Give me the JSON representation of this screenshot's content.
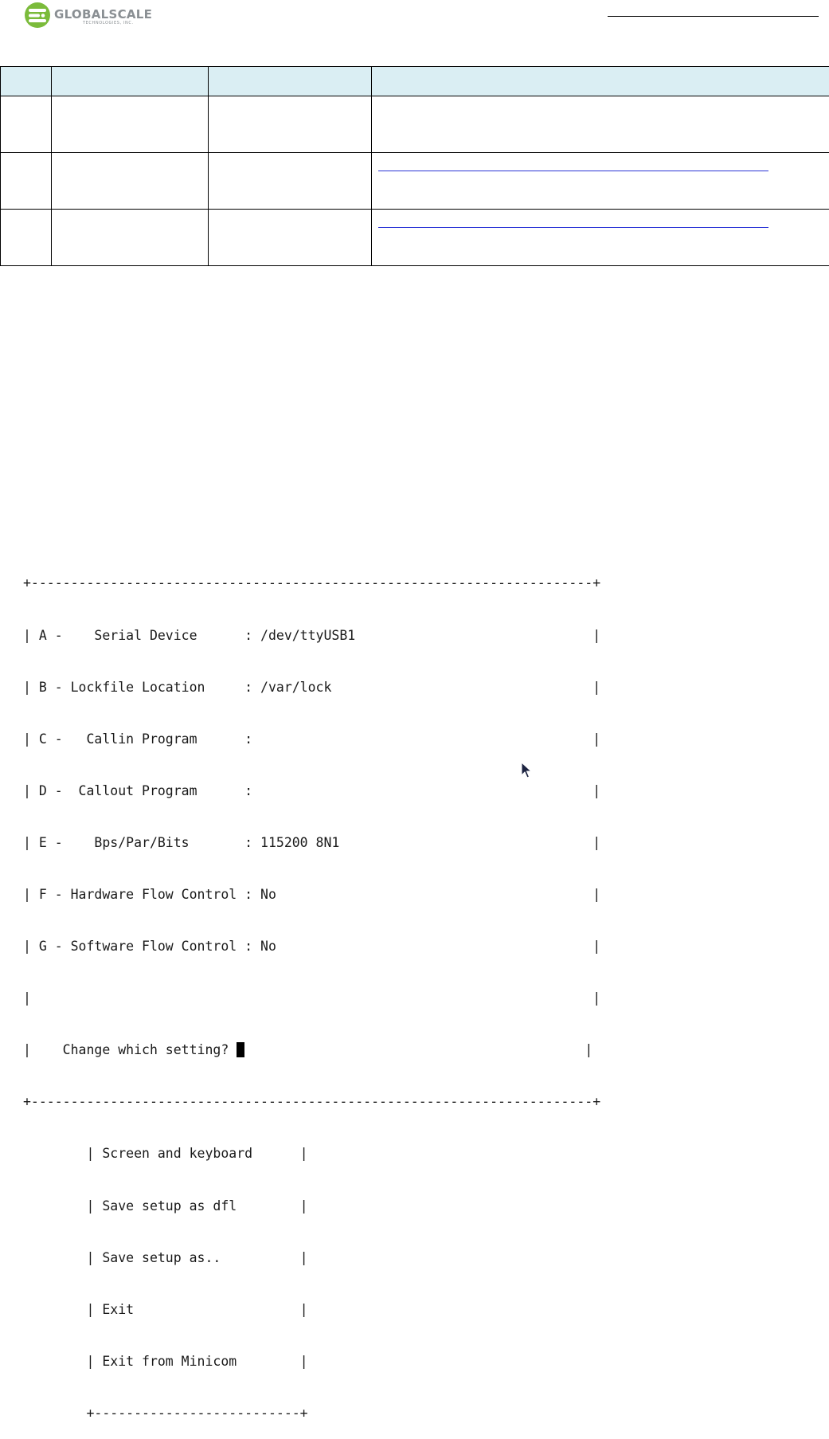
{
  "header": {
    "brand": "GLOBALSCALE",
    "tagline": "TECHNOLOGIES, INC.",
    "colors": {
      "logo_green": "#7bbb3b",
      "logo_gray": "#8a8f93"
    }
  },
  "table": {
    "header_bg": "#daeef3",
    "link_color": "#2b35d6",
    "columns": [
      "",
      "",
      "",
      ""
    ],
    "rows": [
      [
        "",
        "",
        "",
        ""
      ],
      [
        "",
        "",
        "",
        ""
      ],
      [
        "",
        "",
        "",
        ""
      ]
    ]
  },
  "terminal": {
    "lines": [
      "+-----------------------------------------------------------------------+",
      "| A -    Serial Device      : /dev/ttyUSB1                              |",
      "| B - Lockfile Location     : /var/lock                                 |",
      "| C -   Callin Program      :                                           |",
      "| D -  Callout Program      :                                           |",
      "| E -    Bps/Par/Bits       : 115200 8N1                                |",
      "| F - Hardware Flow Control : No                                        |",
      "| G - Software Flow Control : No                                        |",
      "|                                                                       |",
      "|    Change which setting? ",
      "+-----------------------------------------------------------------------+",
      "        | Screen and keyboard      |",
      "        | Save setup as dfl        |",
      "        | Save setup as..          |",
      "        | Exit                     |",
      "        | Exit from Minicom        |",
      "        +--------------------------+"
    ],
    "prompt_tail": "                                           |"
  }
}
